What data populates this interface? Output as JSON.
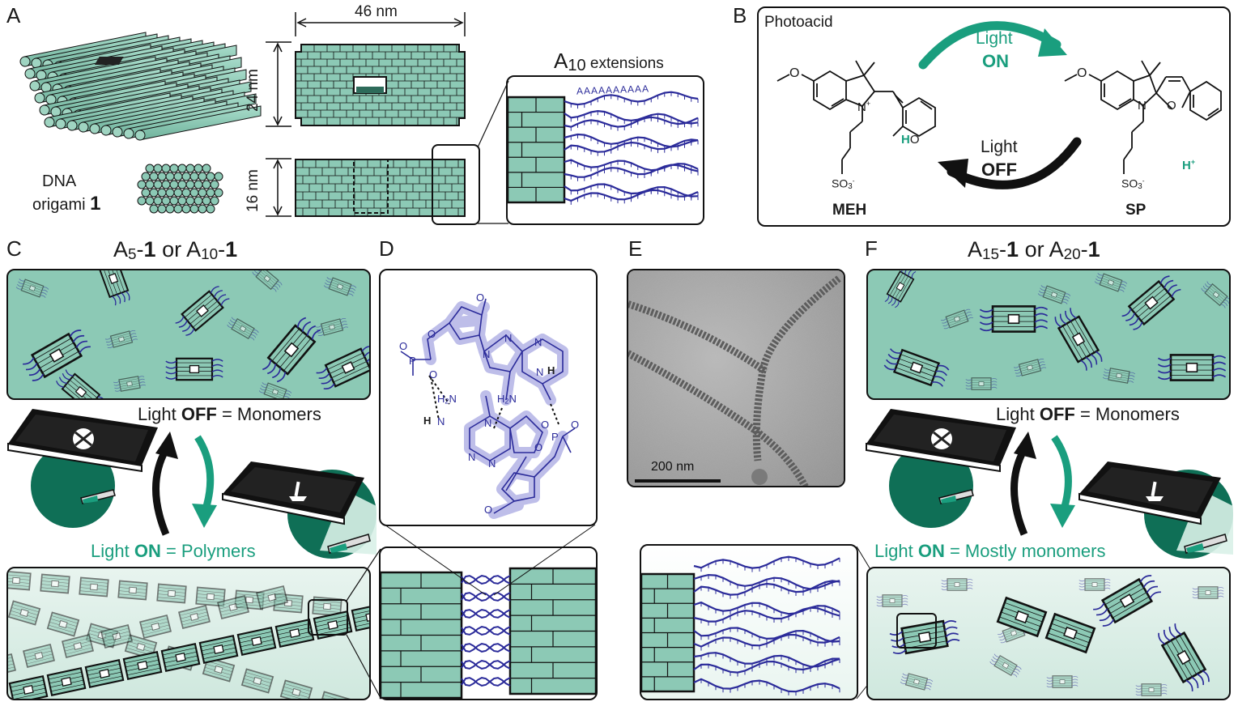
{
  "panels": {
    "A": "A",
    "B": "B",
    "C": "C",
    "D": "D",
    "E": "E",
    "F": "F"
  },
  "panelA": {
    "label_dna": "DNA",
    "label_origami": "origami",
    "label_number": "1",
    "dim_width": "46 nm",
    "dim_height": "24 nm",
    "dim_depth": "16 nm",
    "ext_prefix": "A",
    "ext_sub": "10",
    "ext_suffix": " extensions",
    "polyA_letters": "AAAAAAAAAA"
  },
  "panelB": {
    "title": "Photoacid",
    "light_on_1": "Light",
    "light_on_2": "ON",
    "light_off_1": "Light",
    "light_off_2": "OFF",
    "meh": "MEH",
    "sp": "SP",
    "methoxy_o": "O",
    "ho": "HO",
    "n_plus": "N",
    "n_plus_sup": "+",
    "n_sp": "N",
    "o_sp": "O",
    "so3_left": "SO",
    "so3_right": "SO",
    "so3_sub": "3",
    "so3_sup": "-",
    "h_plus": "H",
    "h_plus_sup": "+"
  },
  "panelC": {
    "title_a": "A",
    "title_sub1": "5",
    "title_dash1": "-",
    "title_one1": "1",
    "title_or": " or ",
    "title_sub2": "10",
    "title_one2": "1",
    "off_text_1": "Light ",
    "off_text_2": "OFF",
    "off_text_3": " = Monomers",
    "on_text_1": "Light ",
    "on_text_2": "ON",
    "on_text_3": " = Polymers"
  },
  "panelD": {
    "atoms": [
      "O",
      "O",
      "P",
      "O",
      "O",
      "N",
      "N",
      "N",
      "N",
      "H",
      "N",
      "H",
      "H",
      "N",
      "N",
      "N",
      "N",
      "N",
      "O",
      "P",
      "O",
      "O",
      "O"
    ]
  },
  "panelE": {
    "scale_bar": "200 nm"
  },
  "panelF": {
    "title_a": "A",
    "title_sub1": "15",
    "title_one1": "1",
    "title_or": " or ",
    "title_sub2": "20",
    "title_one2": "1",
    "off_text_1": "Light ",
    "off_text_2": "OFF",
    "off_text_3": " = Monomers",
    "on_text_1": "Light ",
    "on_text_2": "ON",
    "on_text_3": " = Mostly monomers"
  },
  "colors": {
    "teal_fill": "#8cc9b5",
    "teal_dark": "#1a9e7e",
    "navy": "#2b2b9a",
    "lavender": "#b3b3e6",
    "black": "#111111"
  }
}
